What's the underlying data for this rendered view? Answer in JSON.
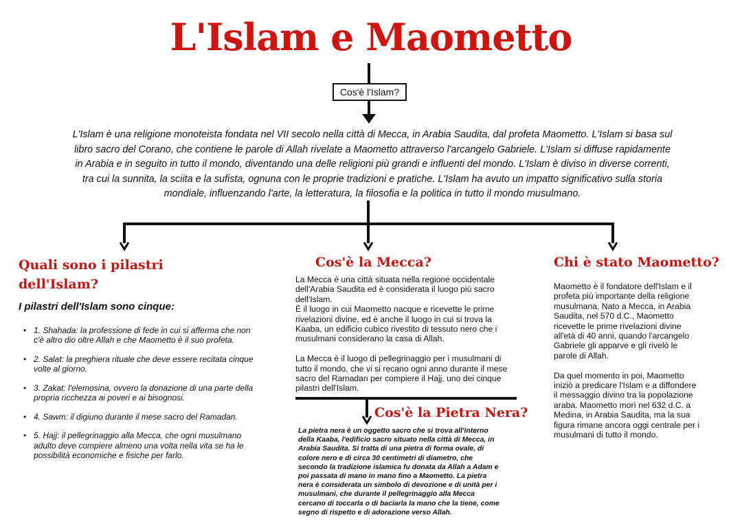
{
  "title": "L'Islam e Maometto",
  "question_box": "Cos'è l'Islam?",
  "intro_lines": [
    "L'Islam è una religione monoteista fondata nel VII secolo nella città di Mecca, in Arabia Saudita, dal profeta Maometto. L'Islam si basa sul",
    "libro sacro del Corano, che contiene le parole di Allah rivelate a Maometto attraverso l'arcangelo Gabriele. L'Islam si diffuse rapidamente",
    "in Arabia e in seguito in tutto il mondo, diventando una delle religioni più grandi e influenti del mondo. L'Islam è diviso in diverse correnti,",
    "tra cui la sunnita, la sciita e la sufista, ognuna con le proprie tradizioni e pratiche. L'Islam ha avuto un impatto significativo sulla storia",
    "mondiale, influenzando l'arte, la letteratura, la filosofia e la politica in tutto il mondo musulmano."
  ],
  "pilastri": {
    "heading_lines": [
      "Quali sono i pilastri",
      "dell'Islam?"
    ],
    "subtitle": "I pilastri dell'Islam sono cinque:",
    "items": [
      "1. Shahada: la professione di fede in cui si afferma che non c'è altro dio oltre Allah e che Maometto è il suo profeta.",
      "2. Salat: la preghiera rituale che deve essere recitata cinque volte al giorno.",
      "3. Zakat: l'elemosina, ovvero la donazione di una parte della propria ricchezza ai poveri e ai bisognosi.",
      "4. Sawm: il digiuno durante il mese sacro del Ramadan.",
      "5. Hajj: il pellegrinaggio alla Mecca, che ogni musulmano adulto deve compiere almeno una volta nella vita se ha le possibilità economiche e fisiche per farlo."
    ]
  },
  "mecca": {
    "heading": "Cos'è la Mecca?",
    "lines": [
      "La Mecca è una città situata nella regione occidentale",
      "dell'Arabia Saudita ed è considerata il luogo più sacro",
      "dell'Islam.",
      "È il luogo in cui Maometto nacque e ricevette le prime",
      "rivelazioni divine, ed è anche il luogo in cui si trova la",
      "Kaaba, un edificio cubico rivestito di tessuto nero che i",
      "musulmani considerano la casa di Allah.",
      "",
      "La Mecca è il luogo di pellegrinaggio per i musulmani di",
      "tutto il mondo, che vi si recano ogni anno durante il mese",
      "sacro del Ramadan per compiere il Hajj, uno dei cinque",
      "pilastri dell'Islam."
    ]
  },
  "pietra": {
    "heading": "Cos'è la Pietra Nera?",
    "lines": [
      "La pietra nera è un oggetto sacro che si trova all'interno",
      "della Kaaba, l'edificio sacro situato nella città di Mecca, in",
      "Arabia Saudita. Si tratta di una pietra di forma ovale, di",
      "colore nero e di circa 30 centimetri di diametro, che",
      "secondo la tradizione islamica fu donata da Allah a Adam e",
      "poi passata di mano in mano fino a Maometto. La pietra",
      "nera è considerata un simbolo di devozione e di unità per i",
      "musulmani, che durante il pellegrinaggio alla Mecca",
      "cercano di toccarla o di baciarla la mano che la tiene, come",
      "segno di rispetto e di adorazione verso Allah."
    ]
  },
  "maometto": {
    "heading": "Chi è stato Maometto?",
    "lines": [
      "Maometto è il fondatore dell'Islam e il",
      "profeta più importante della religione",
      "musulmana. Nato a Mecca, in Arabia",
      "Saudita, nel 570 d.C., Maometto",
      "ricevette le prime rivelazioni divine",
      "all'età di 40 anni, quando l'arcangelo",
      "Gabriele gli apparve e gli rivelò le",
      "parole di Allah.",
      "",
      "Da quel momento in poi, Maometto",
      "iniziò a predicare l'Islam e a diffondere",
      "il messaggio divino tra la popolazione",
      "araba. Maometto morì nel 632 d.C. a",
      "Medina, in Arabia Saudita, ma la sua",
      "figura rimane ancora oggi centrale per i",
      "musulmani di tutto il mondo."
    ]
  }
}
